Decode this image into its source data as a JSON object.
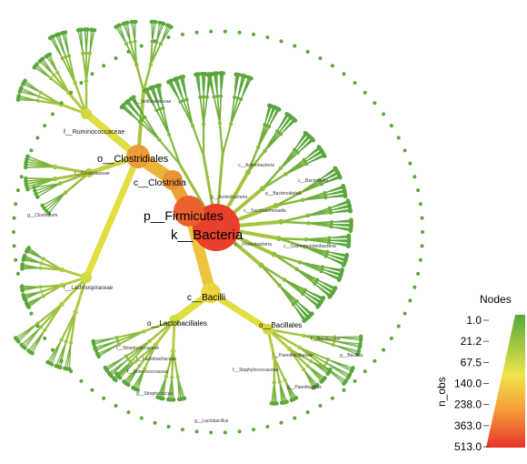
{
  "tree": {
    "main_labels": {
      "kingdom": "k__Bacteria",
      "phylum": "p__Firmicutes",
      "order_clostridiales": "o__Clostridiales",
      "class_clostridia": "c__Clostridia",
      "class_bacilli": "c__Bacilli",
      "order_lactobacillales": "o__Lactobacillales",
      "order_bacillales": "o__Bacillales"
    },
    "secondary_labels": {
      "ruminococcaceae": "f__Ruminococcaceae",
      "clostridiaceae": "f__Clostridiaceae",
      "clostridium": "g__Clostridium",
      "lachnospiraceae": "f__Lachnospiraceae",
      "veillonellaceae": "f__Veillonellaceae",
      "actinobacteria_c": "c__Actinobacteria",
      "actinobacteria_p": "p__Actinobacteria",
      "bacteroidia": "c__Bacteroidia",
      "bacteroidetes": "p__Bacteroidetes",
      "proteobacteria": "p__Proteobacteria",
      "gammaproteobacteria": "c__Gammaproteobacteria",
      "saccharimonadia": "c__Saccharimonadia",
      "lactobacillaceae": "f__Lactobacillaceae",
      "streptococcaceae": "f__Streptococcaceae",
      "enterococcaceae": "f__Enterococcaceae",
      "lactobacillus": "g__Lactobacillus",
      "streptococcus": "g__Streptococcus",
      "staphylococcaceae": "f__Staphylococcaceae",
      "paenibacillaceae": "f__Paenibacillaceae",
      "paenibacillus": "g__Paenibacillus",
      "bacillaceae": "f__Bacillaceae",
      "bacillus": "g__Bacillus"
    }
  },
  "legend": {
    "title": "Nodes",
    "axis_label": "n_obs",
    "ticks": [
      "1.0",
      "21.2",
      "67.5",
      "140.0",
      "238.0",
      "363.0",
      "513.0"
    ]
  },
  "colors": {
    "low": "#5aa63c",
    "mid": "#f0e442",
    "high": "#e8402a"
  }
}
